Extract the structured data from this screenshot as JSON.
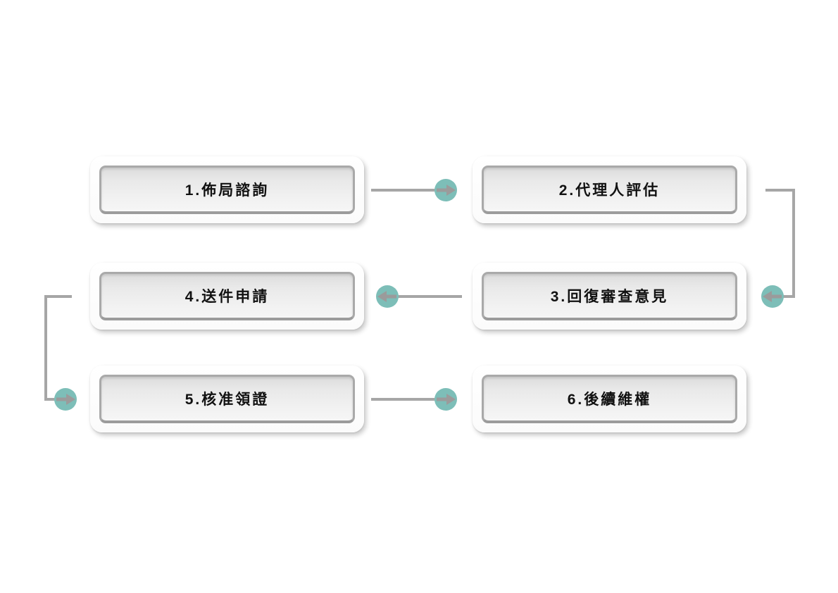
{
  "diagram": {
    "type": "flowchart",
    "layout": "two-column boustrophedon, 3 rows",
    "steps": [
      {
        "order": 1,
        "label": "1.佈局諮詢"
      },
      {
        "order": 2,
        "label": "2.代理人評估"
      },
      {
        "order": 3,
        "label": "3.回復審查意見"
      },
      {
        "order": 4,
        "label": "4.送件申請"
      },
      {
        "order": 5,
        "label": "5.核准領證"
      },
      {
        "order": 6,
        "label": "6.後續維權"
      }
    ],
    "connections": [
      {
        "from": "1.佈局諮詢",
        "to": "2.代理人評估",
        "style": "straight",
        "arrow_direction": "right"
      },
      {
        "from": "2.代理人評估",
        "to": "3.回復審查意見",
        "style": "elbow-right-side-down",
        "arrow_direction": "left"
      },
      {
        "from": "3.回復審查意見",
        "to": "4.送件申請",
        "style": "straight",
        "arrow_direction": "left"
      },
      {
        "from": "4.送件申請",
        "to": "5.核准領證",
        "style": "elbow-left-side-down",
        "arrow_direction": "right"
      },
      {
        "from": "5.核准領證",
        "to": "6.後續維權",
        "style": "straight",
        "arrow_direction": "right"
      }
    ]
  },
  "colors": {
    "background": "#ffffff",
    "box_outer": "#ffffff",
    "box_face_top": "#dcdcdc",
    "box_face_bottom": "#f6f6f6",
    "box_border": "#a9a9a9",
    "text": "#111111",
    "connector_gray": "#a6a6a6",
    "arrow_gray": "#9b9b9b",
    "node_teal": "#7dbeb8"
  }
}
